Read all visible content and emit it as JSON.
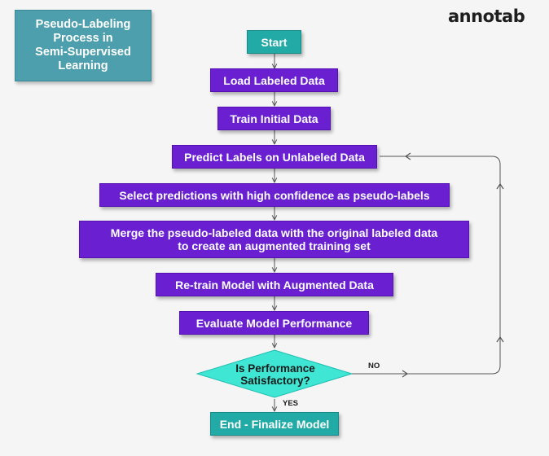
{
  "title": "Pseudo-Labeling\nProcess in\nSemi-Supervised\nLearning",
  "logo": "annotab",
  "colors": {
    "process": "#6a1fd0",
    "terminal": "#22aaa7",
    "decision": "#3ee6d3",
    "title_box": "#4d9fad",
    "connector": "#555555"
  },
  "nodes": {
    "start": "Start",
    "load": "Load Labeled Data",
    "train": "Train Initial Data",
    "predict": "Predict Labels on Unlabeled Data",
    "select": "Select predictions with high confidence as pseudo-labels",
    "merge": "Merge the pseudo-labeled data with the original labeled data\nto create an augmented training set",
    "retrain": "Re-train Model with Augmented Data",
    "evaluate": "Evaluate Model Performance",
    "decision": "Is Performance\nSatisfactory?",
    "end": "End - Finalize Model"
  },
  "edges": {
    "no": "NO",
    "yes": "YES"
  }
}
